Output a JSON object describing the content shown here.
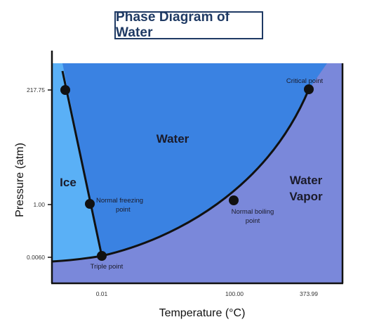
{
  "title": "Phase Diagram of Water",
  "colors": {
    "ice": "#5ab0f6",
    "water": "#3a82e2",
    "vapor": "#7a88da",
    "curve": "#111111",
    "title": "#1f3a64"
  },
  "axes": {
    "xlabel": "Temperature (°C)",
    "ylabel": "Pressure (atm)",
    "xticks": [
      "0.01",
      "100.00",
      "373.99"
    ],
    "yticks": [
      "217.75",
      "1.00",
      "0.0060"
    ]
  },
  "regions": {
    "ice": "Ice",
    "water": "Water",
    "vapor_line1": "Water",
    "vapor_line2": "Vapor"
  },
  "points": {
    "critical": "Critical point",
    "freezing_line1": "Normal freezing",
    "freezing_line2": "point",
    "boiling_line1": "Normal boiling",
    "boiling_line2": "point",
    "triple": "Triple point"
  }
}
